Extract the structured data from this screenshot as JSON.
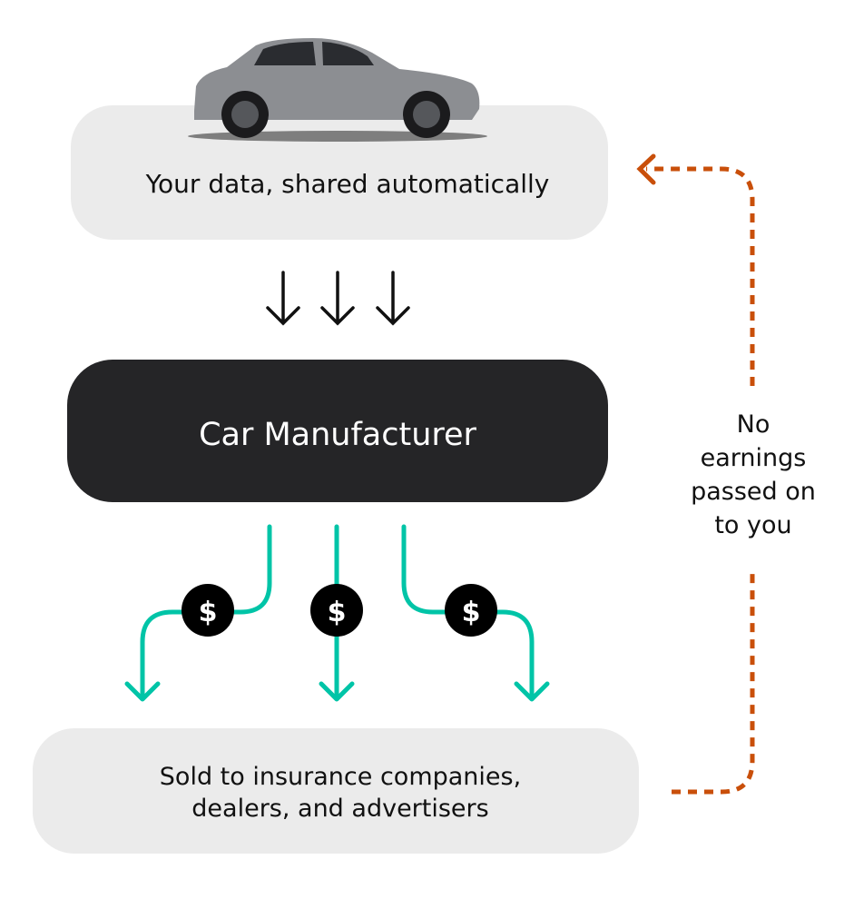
{
  "top_box": {
    "label": "Your data, shared automatically"
  },
  "middle_box": {
    "label": "Car Manufacturer"
  },
  "bottom_box": {
    "line1": "Sold to insurance companies,",
    "line2": "dealers, and advertisers"
  },
  "side_note": {
    "lines": [
      "No",
      "earnings",
      "passed on",
      "to you"
    ]
  },
  "money_symbol": "$",
  "icons": {
    "car": "car-image",
    "data_arrows": "arrow-down-icon",
    "money": "dollar-icon"
  },
  "colors": {
    "box_light": "#ebebeb",
    "box_dark": "#252527",
    "teal": "#00c4a7",
    "orange": "#c94f0a"
  }
}
